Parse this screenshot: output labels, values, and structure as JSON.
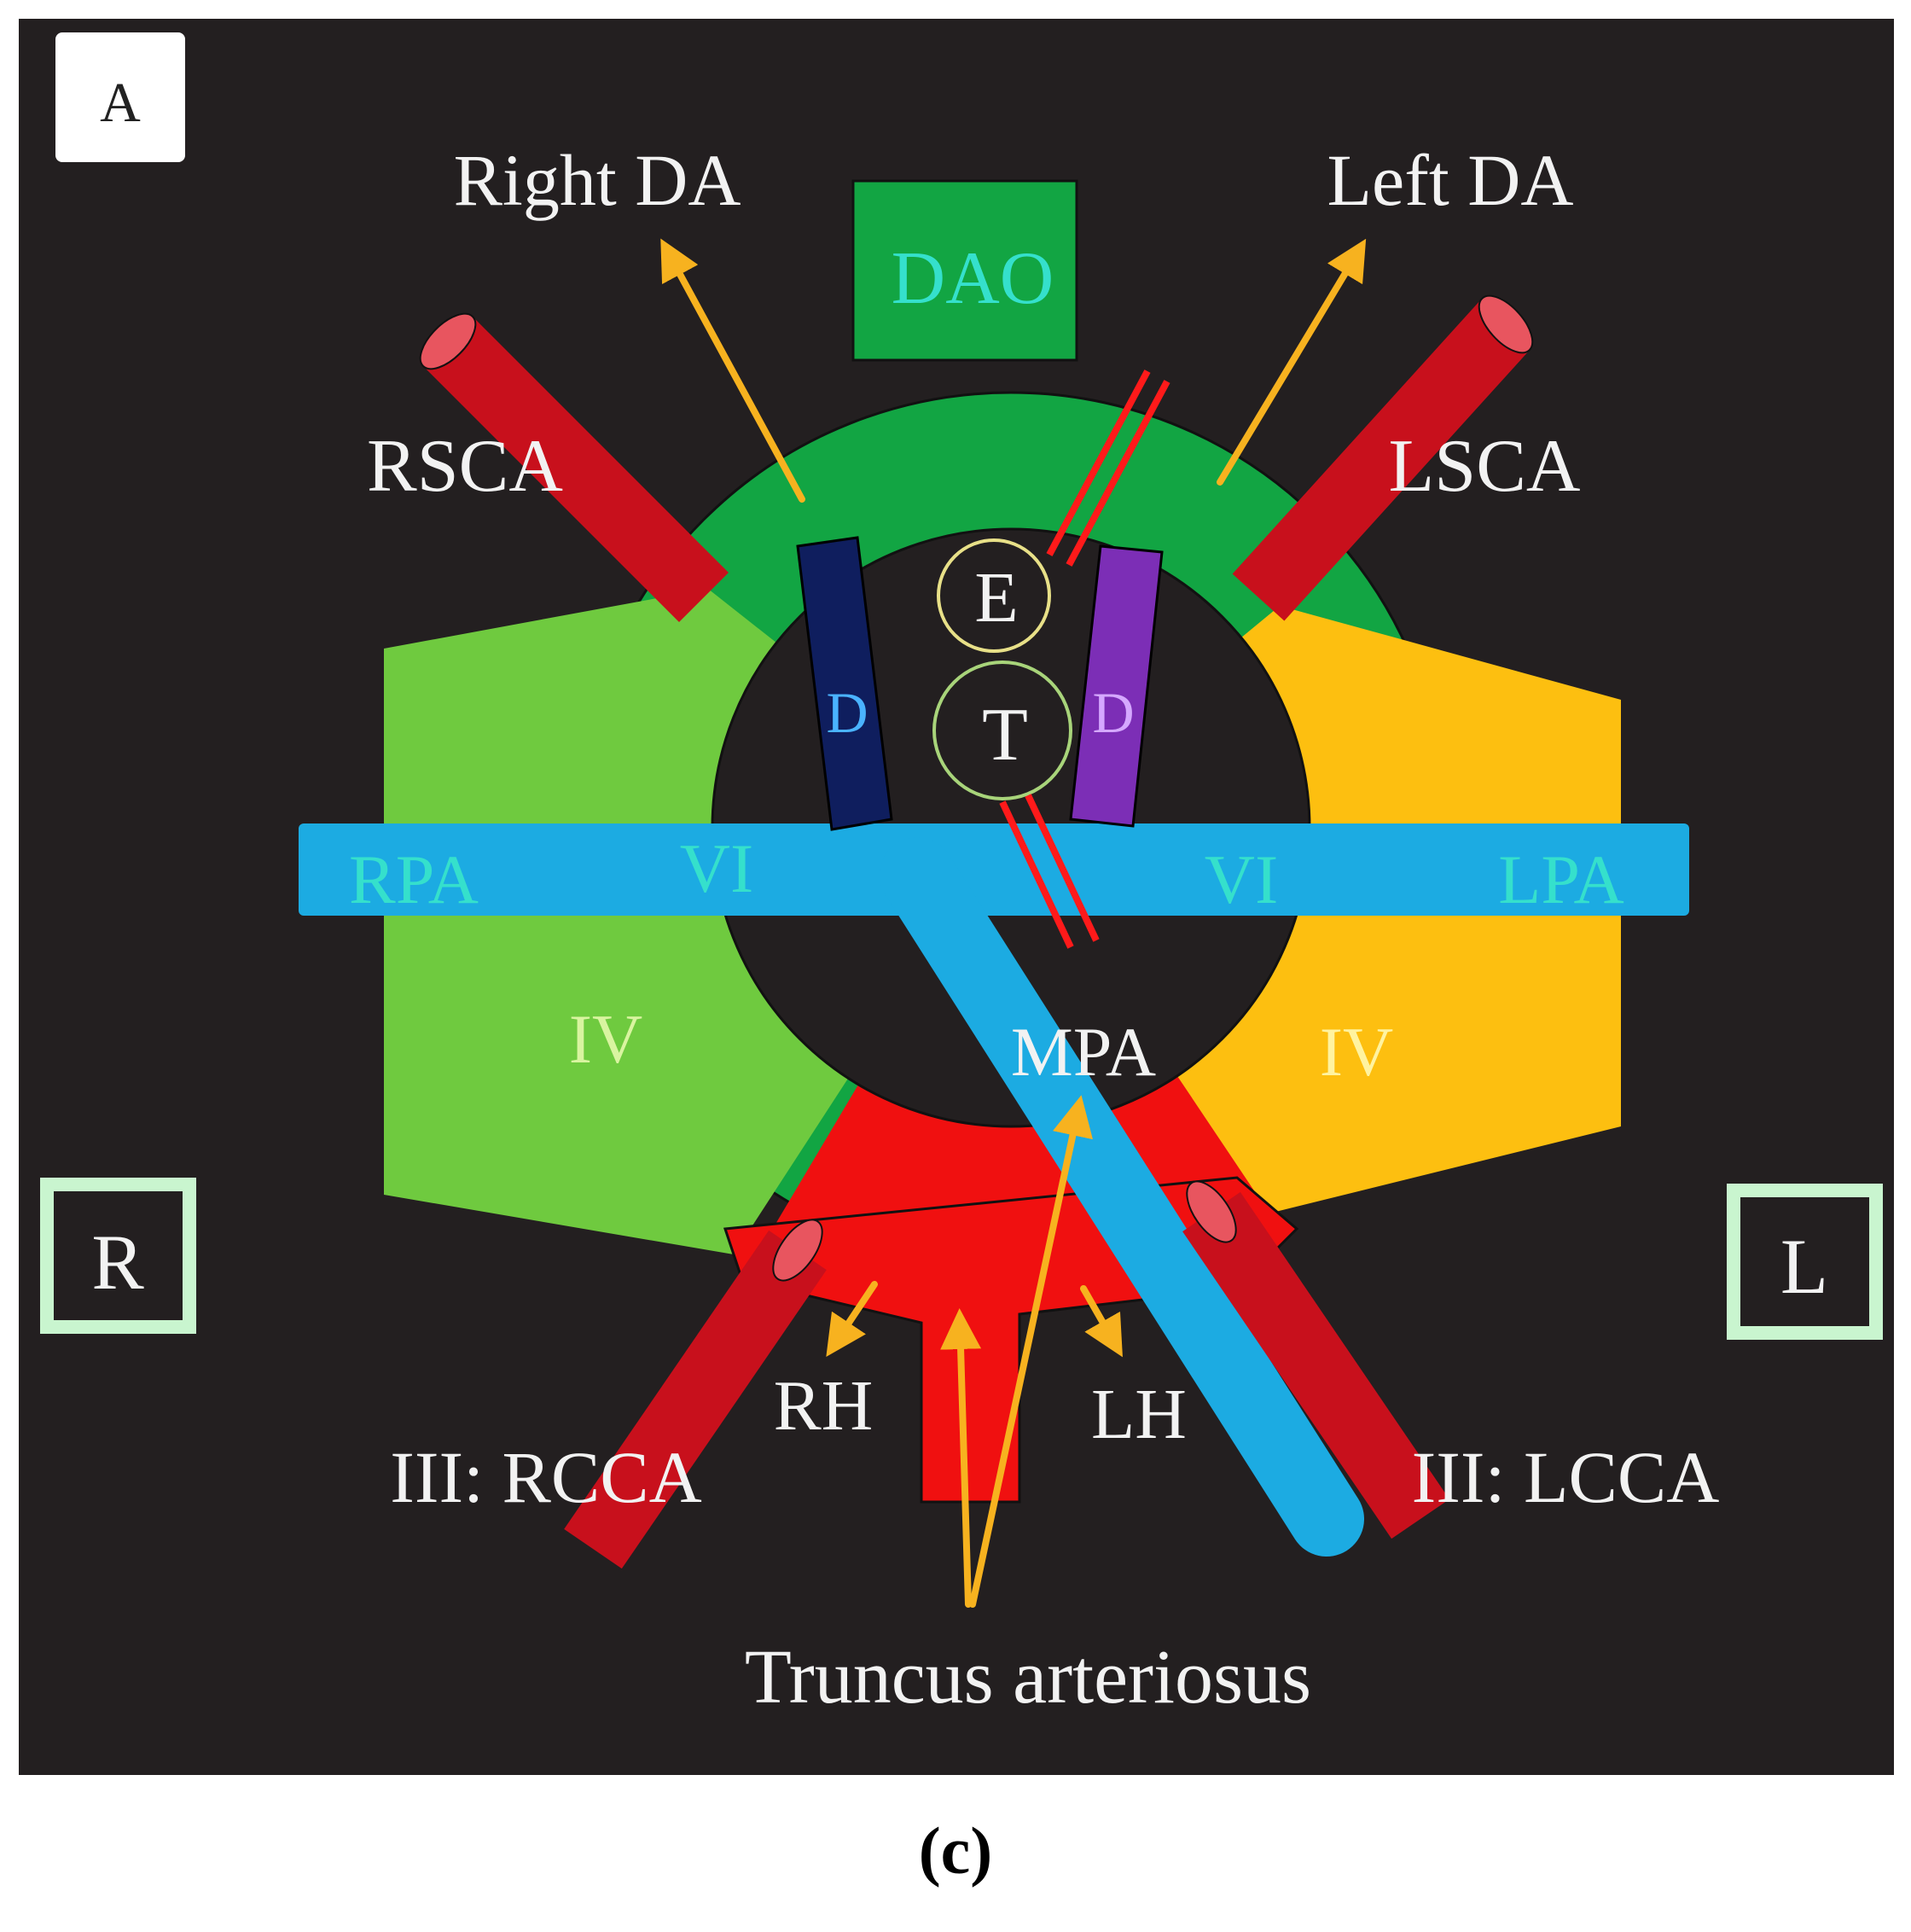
{
  "panel_letter": "A",
  "caption": "(c)",
  "labels": {
    "right_da": "Right DA",
    "left_da": "Left DA",
    "dao": "DAO",
    "rsca": "RSCA",
    "lsca": "LSCA",
    "esophagus": "E",
    "trachea": "T",
    "d_left": "D",
    "d_right": "D",
    "rpa": "RPA",
    "lpa": "LPA",
    "vi_left": "VI",
    "vi_right": "VI",
    "iv_left": "IV",
    "iv_right": "IV",
    "mpa": "MPA",
    "rh": "RH",
    "lh": "LH",
    "rcca": "III: RCCA",
    "lcca": "III: LCCA",
    "truncus": "Truncus arteriosus",
    "side_r": "R",
    "side_l": "L"
  },
  "colors": {
    "background": "#231f20",
    "aorta_green": "#12a543",
    "right_arch_green": "#6fca3f",
    "left_arch_yellow": "#fdbf10",
    "truncus_red": "#f01010",
    "vessel_red": "#c8101c",
    "pulmonary_blue": "#1cabe2",
    "navy": "#0f1e5e",
    "purple": "#7c2eb6",
    "arrow_orange": "#f7b21f",
    "label_white": "#f2f2f2",
    "label_cyan": "#35e0cc",
    "box_mint": "#c9f5cf"
  }
}
